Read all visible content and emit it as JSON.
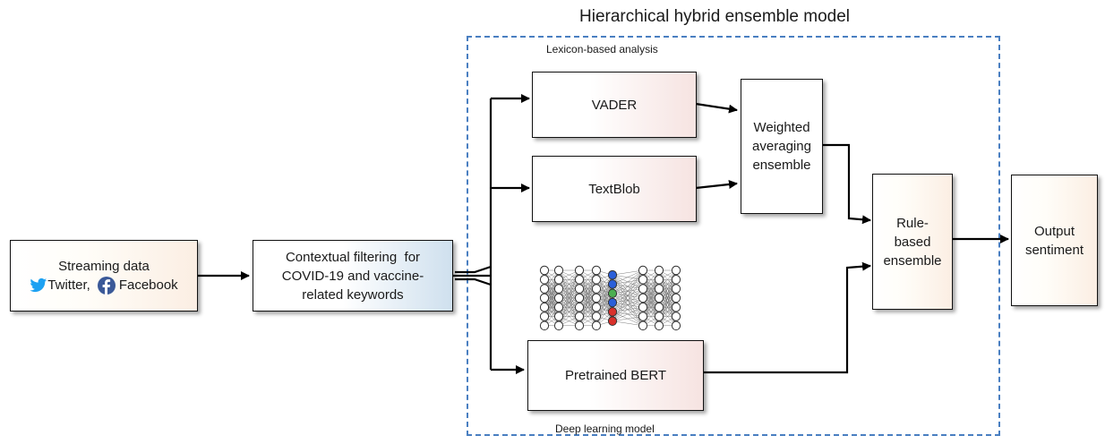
{
  "title": "Hierarchical hybrid ensemble model",
  "streaming": {
    "line1": "Streaming data",
    "twitter_label": "Twitter,",
    "facebook_label": "Facebook",
    "twitter_icon": "twitter-bird-icon",
    "facebook_icon": "facebook-f-icon",
    "twitter_color": "#1da1f2",
    "facebook_color": "#3b5998"
  },
  "filtering": {
    "line1": "Contextual filtering  for",
    "line2": "COVID-19 and vaccine-",
    "line3": "related keywords"
  },
  "lexicon_caption": "Lexicon-based analysis",
  "deep_caption": "Deep learning model",
  "vader": "VADER",
  "textblob": "TextBlob",
  "weighted": {
    "line1": "Weighted",
    "line2": "averaging",
    "line3": "ensemble"
  },
  "bert": "Pretrained BERT",
  "rule": {
    "line1": "Rule-",
    "line2": "based",
    "line3": "ensemble"
  },
  "output": {
    "line1": "Output",
    "line2": "sentiment"
  },
  "colors": {
    "dashed_border": "#4a7fc1",
    "node_red": "#d9312b",
    "node_green": "#4caf50",
    "node_blue": "#2b5fd9"
  }
}
